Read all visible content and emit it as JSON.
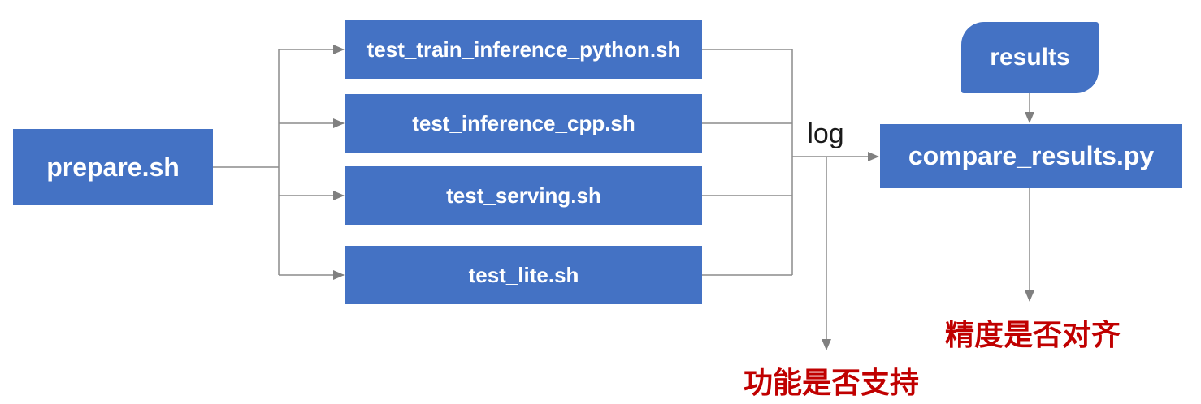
{
  "diagram": {
    "title_hint": "test pipeline flowchart",
    "colors": {
      "node_fill": "#4472C4",
      "node_text": "#ffffff",
      "connector": "#8c8c8c",
      "arrowhead": "#808080",
      "annotation_red": "#C00000",
      "edge_label_text": "#1a1a1a",
      "background": "#ffffff"
    },
    "nodes": {
      "prepare": {
        "label": "prepare.sh"
      },
      "results": {
        "label": "results"
      },
      "compare": {
        "label": "compare_results.py"
      }
    },
    "test_scripts": [
      {
        "label": "test_train_inference_python.sh"
      },
      {
        "label": "test_inference_cpp.sh"
      },
      {
        "label": "test_serving.sh"
      },
      {
        "label": "test_lite.sh"
      }
    ],
    "edge_labels": {
      "log": "log"
    },
    "annotations": {
      "function_support": "功能是否支持",
      "accuracy_alignment": "精度是否对齐"
    }
  }
}
